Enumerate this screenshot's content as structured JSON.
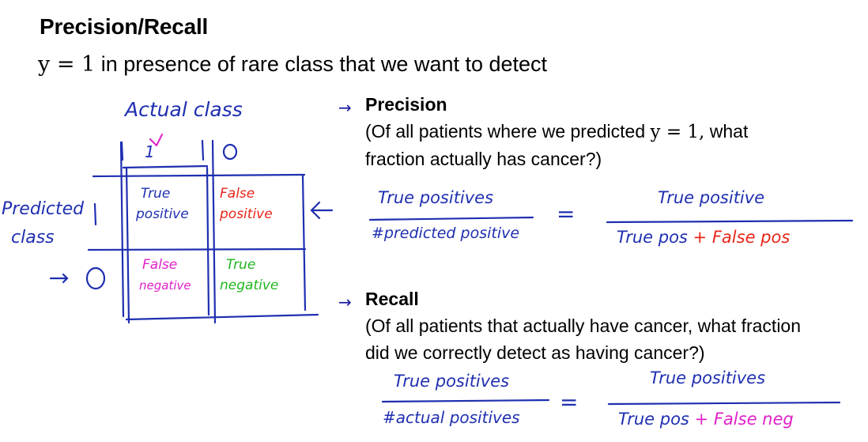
{
  "slide": {
    "title": "Precision/Recall",
    "subtitle": {
      "math": "y = 1",
      "text": "in presence of rare class that we want to detect"
    }
  },
  "matrix": {
    "actual_label": "Actual class",
    "actual_col_1": "1",
    "actual_col_0": "0",
    "predicted_label_line1": "Predicted",
    "predicted_label_mark": "1",
    "predicted_label_line2": "class",
    "predicted_row_0": "0",
    "cells": {
      "tp_line1": "True",
      "tp_line2": "positive",
      "fp_line1": "False",
      "fp_line2": "positive",
      "fn_line1": "False",
      "fn_line2": "negative",
      "tn_line1": "True",
      "tn_line2": "negative"
    },
    "arrow_mark": "←"
  },
  "precision": {
    "arrow": "→",
    "title": "Precision",
    "line1_pre": "(Of all patients where we predicted",
    "line1_math": "y = 1,",
    "line1_post": "what",
    "line2": "fraction actually has cancer?)",
    "frac1_num": "True positives",
    "frac1_den": "#predicted positive",
    "equals": "=",
    "frac2_num": "True positive",
    "frac2_den_blue": "True pos",
    "frac2_den_plus": "+",
    "frac2_den_red": "False pos"
  },
  "recall": {
    "arrow": "→",
    "title": "Recall",
    "line1": "(Of all patients that actually have cancer, what fraction",
    "line2": "did we correctly detect as having cancer?)",
    "frac1_num": "True positives",
    "frac1_den": "#actual positives",
    "equals": "=",
    "frac2_num": "True positives",
    "frac2_den_blue": "True pos",
    "frac2_den_plus": "+",
    "frac2_den_red": "False neg"
  },
  "colors": {
    "ink_blue": "#1f2fb0",
    "ink_red": "#e8251a",
    "ink_magenta": "#e020c8",
    "ink_green": "#1fb51f"
  }
}
